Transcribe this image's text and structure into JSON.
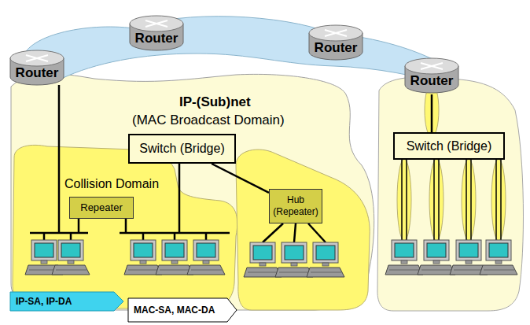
{
  "diagram": {
    "nodes": [
      {
        "text": [
          "Router"
        ]
      },
      {
        "text": [
          "Router"
        ]
      },
      {
        "text": [
          "Router"
        ]
      },
      {
        "text": [
          "Router"
        ]
      },
      {
        "text": [
          "IP-(Sub)net",
          "(MAC Broadcast Domain)"
        ]
      },
      {
        "text": [
          "Switch (Bridge)"
        ],
        "in": 4
      },
      {
        "text": [
          "Collision Domain"
        ],
        "in": 4
      },
      {
        "text": [
          "Repeater"
        ],
        "in": 6
      },
      {
        "text": [
          "Hub (Repeater)"
        ],
        "in": 4
      },
      {
        "text": [
          "Switch (Bridge)"
        ]
      },
      {
        "text": [
          "IP-SA, IP-DA"
        ]
      },
      {
        "text": [
          "MAC-SA, MAC-DA"
        ]
      }
    ],
    "edges": [
      {
        "from": 5,
        "to": 8,
        "arrow": "none"
      },
      {
        "from": 3,
        "to": 9,
        "arrow": "none"
      }
    ]
  }
}
